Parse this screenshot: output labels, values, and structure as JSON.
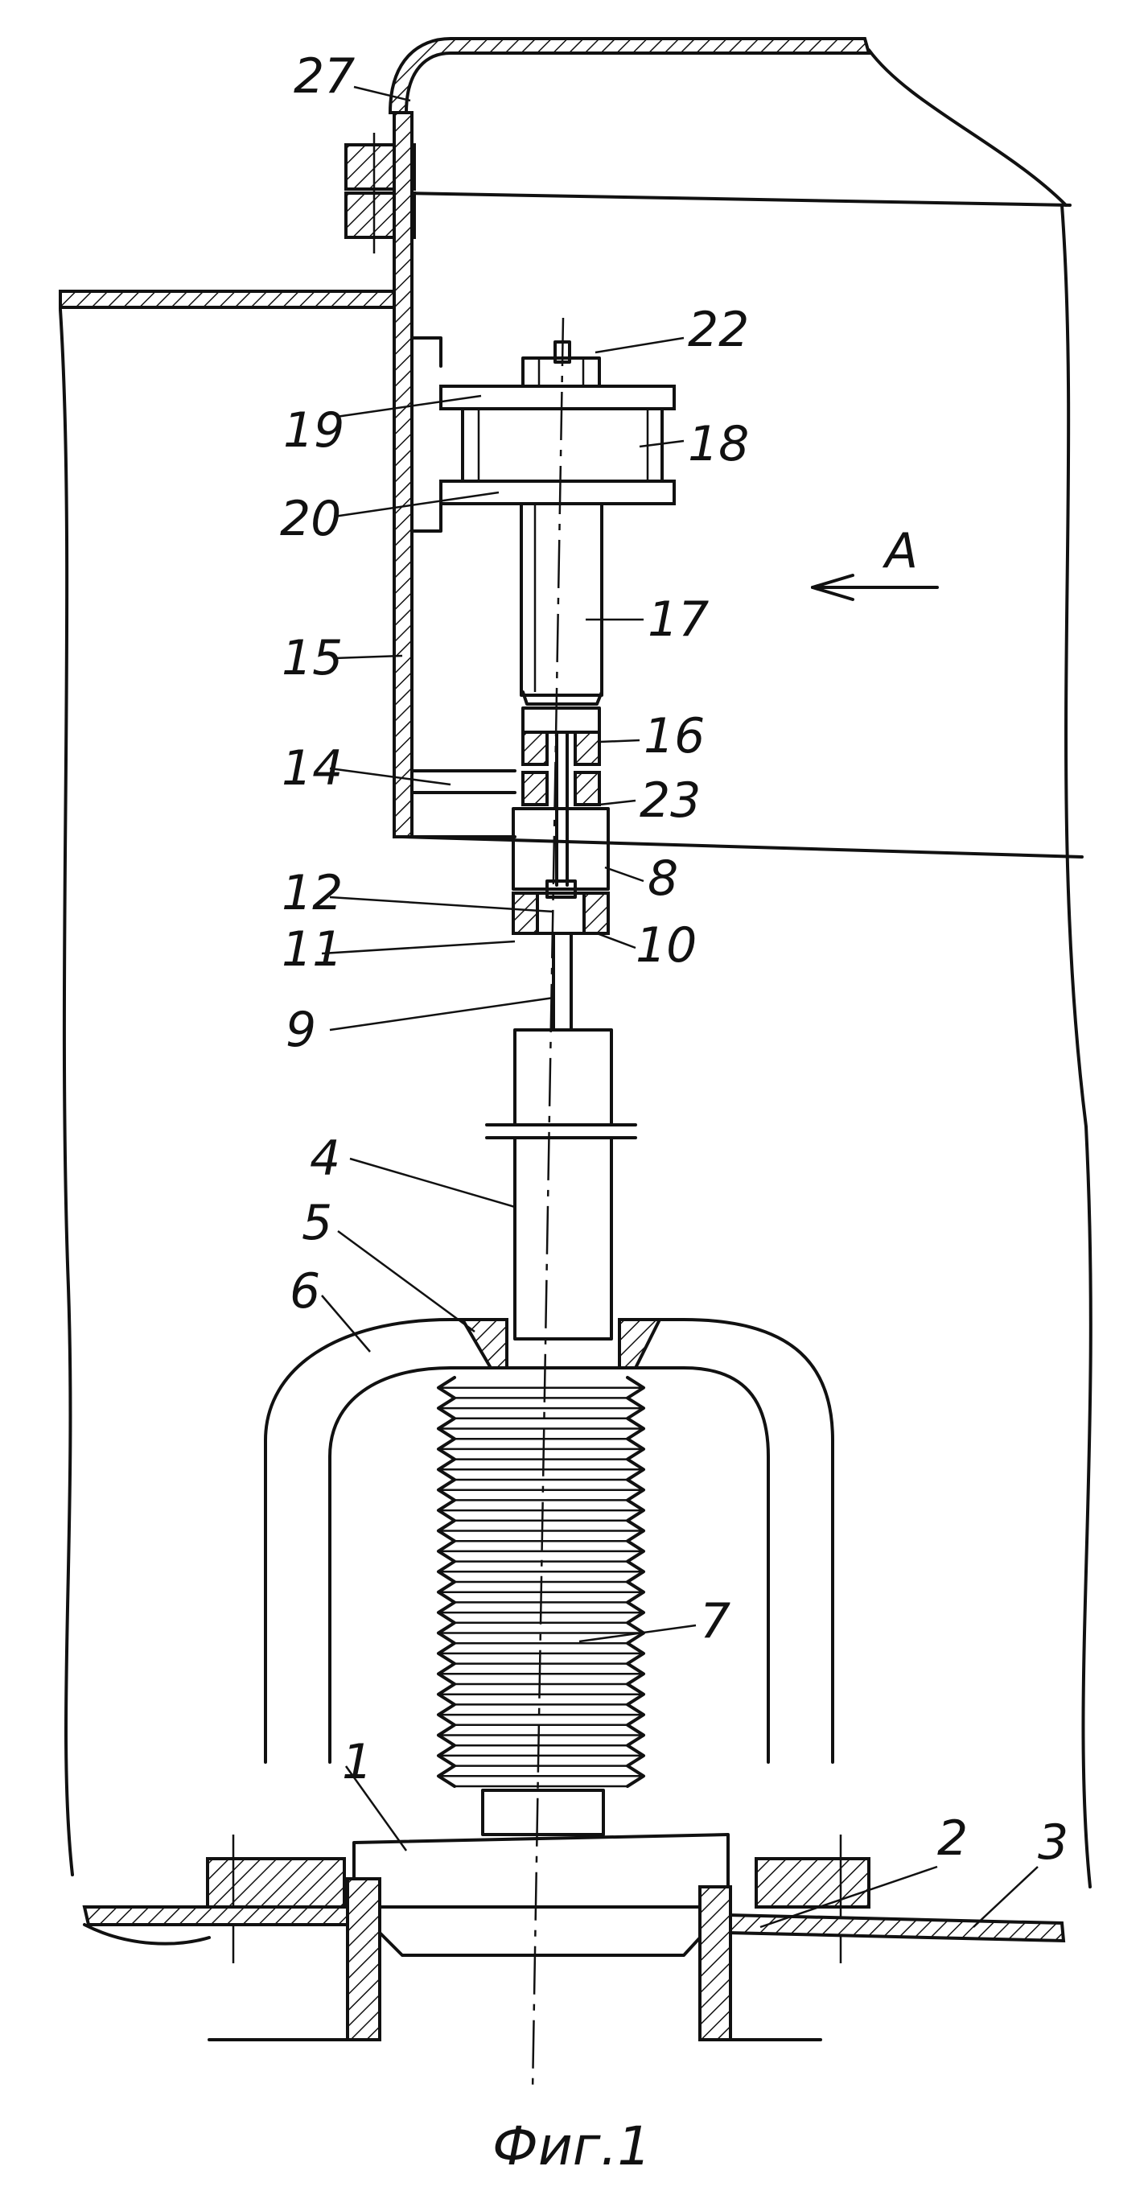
{
  "figure": {
    "caption": "Фиг.1",
    "view_marker": "A"
  },
  "labels": [
    {
      "id": "27",
      "text": "27"
    },
    {
      "id": "22",
      "text": "22"
    },
    {
      "id": "19",
      "text": "19"
    },
    {
      "id": "18",
      "text": "18"
    },
    {
      "id": "20",
      "text": "20"
    },
    {
      "id": "17",
      "text": "17"
    },
    {
      "id": "15",
      "text": "15"
    },
    {
      "id": "16",
      "text": "16"
    },
    {
      "id": "14",
      "text": "14"
    },
    {
      "id": "23",
      "text": "23"
    },
    {
      "id": "12",
      "text": "12"
    },
    {
      "id": "8",
      "text": "8"
    },
    {
      "id": "11",
      "text": "11"
    },
    {
      "id": "10",
      "text": "10"
    },
    {
      "id": "9",
      "text": "9"
    },
    {
      "id": "4",
      "text": "4"
    },
    {
      "id": "5",
      "text": "5"
    },
    {
      "id": "6",
      "text": "6"
    },
    {
      "id": "7",
      "text": "7"
    },
    {
      "id": "1",
      "text": "1"
    },
    {
      "id": "2",
      "text": "2"
    },
    {
      "id": "3",
      "text": "3"
    }
  ]
}
